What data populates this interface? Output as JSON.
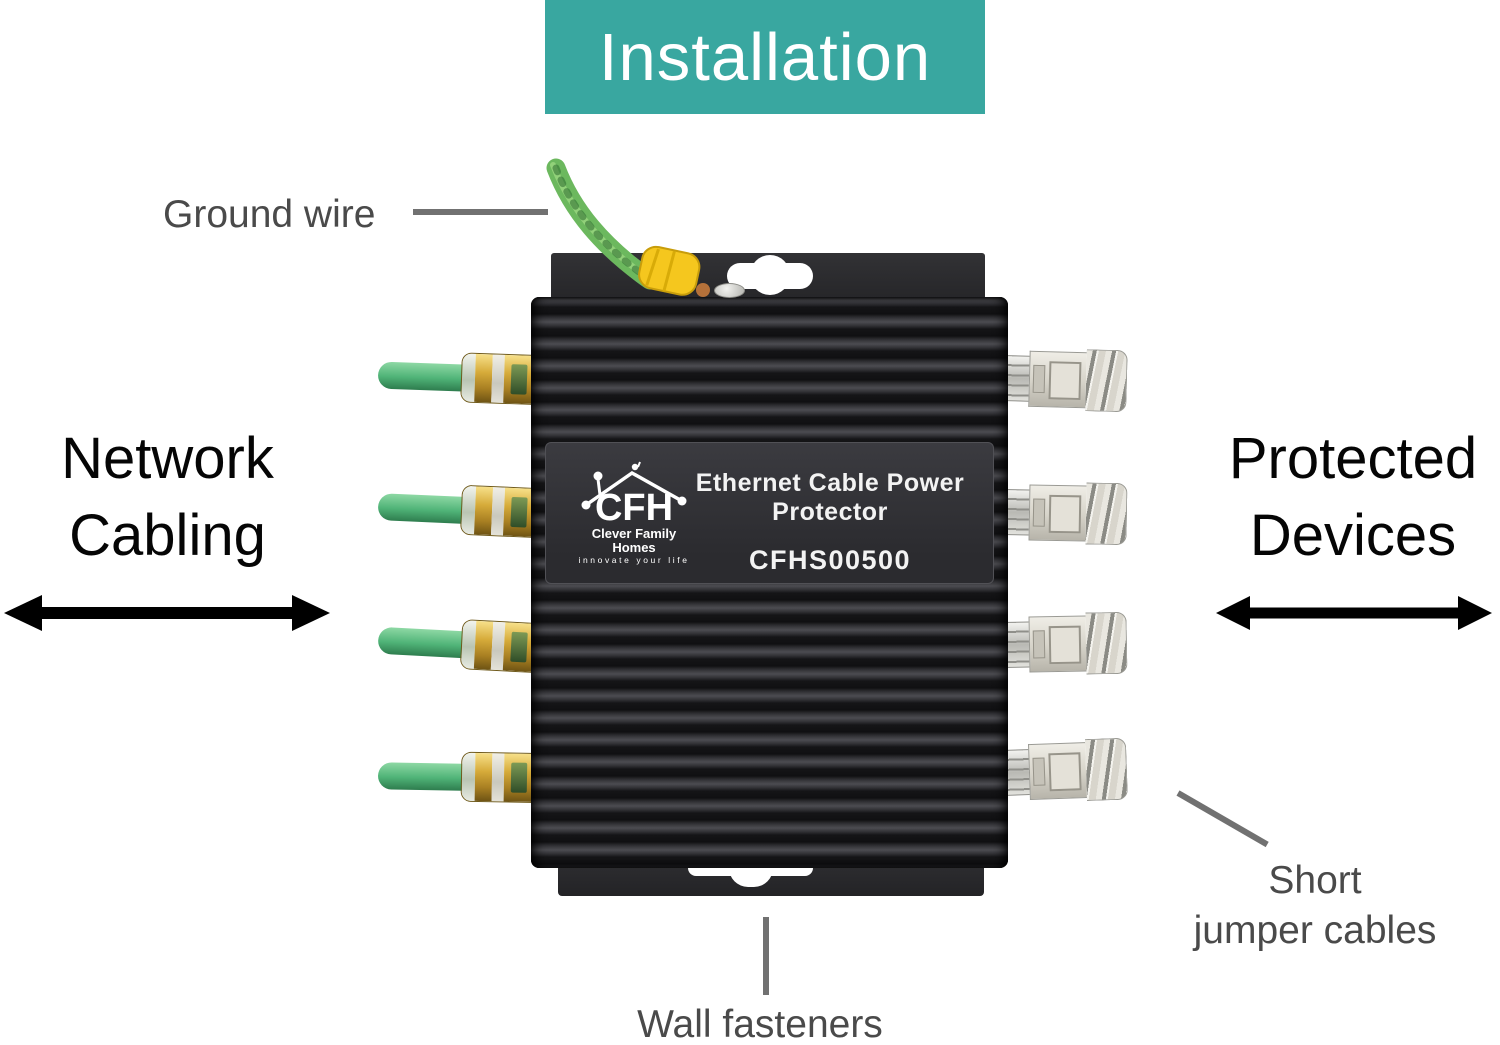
{
  "banner": {
    "title": "Installation"
  },
  "callouts": {
    "ground_wire": "Ground wire",
    "wall_fasteners": "Wall fasteners",
    "short_jumper_line1": "Short",
    "short_jumper_line2": "jumper cables"
  },
  "sides": {
    "left_line1": "Network",
    "left_line2": "Cabling",
    "right_line1": "Protected",
    "right_line2": "Devices"
  },
  "device": {
    "title": "Ethernet Cable Power Protector",
    "model": "CFHS00500",
    "logo_acronym": "CFH",
    "logo_name": "Clever Family Homes",
    "logo_tagline": "innovate your life"
  },
  "colors": {
    "banner_teal": "#39A7A0",
    "cable_green": "#4FB377",
    "connector_gold": "#C79F33",
    "device_black": "#232326",
    "label_gray": "#4A4A4A",
    "pointer_gray": "#717171",
    "arrow_black": "#000000",
    "boot_beige": "#DBD8CE"
  }
}
